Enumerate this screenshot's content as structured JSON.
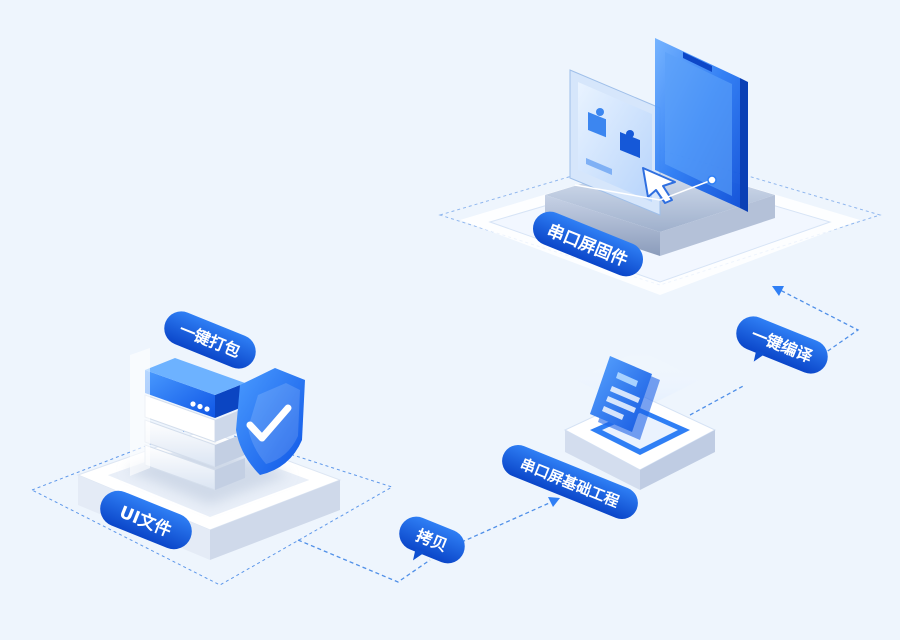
{
  "labels": {
    "firmware": "串口屏固件",
    "compile": "一键编译",
    "base_project": "串口屏基础工程",
    "copy": "拷贝",
    "package": "一键打包",
    "ui_files": "UI文件"
  },
  "colors": {
    "background": "#eef5fd",
    "accent": "#1a6ef0",
    "dashed_line": "#4f8fe8"
  }
}
